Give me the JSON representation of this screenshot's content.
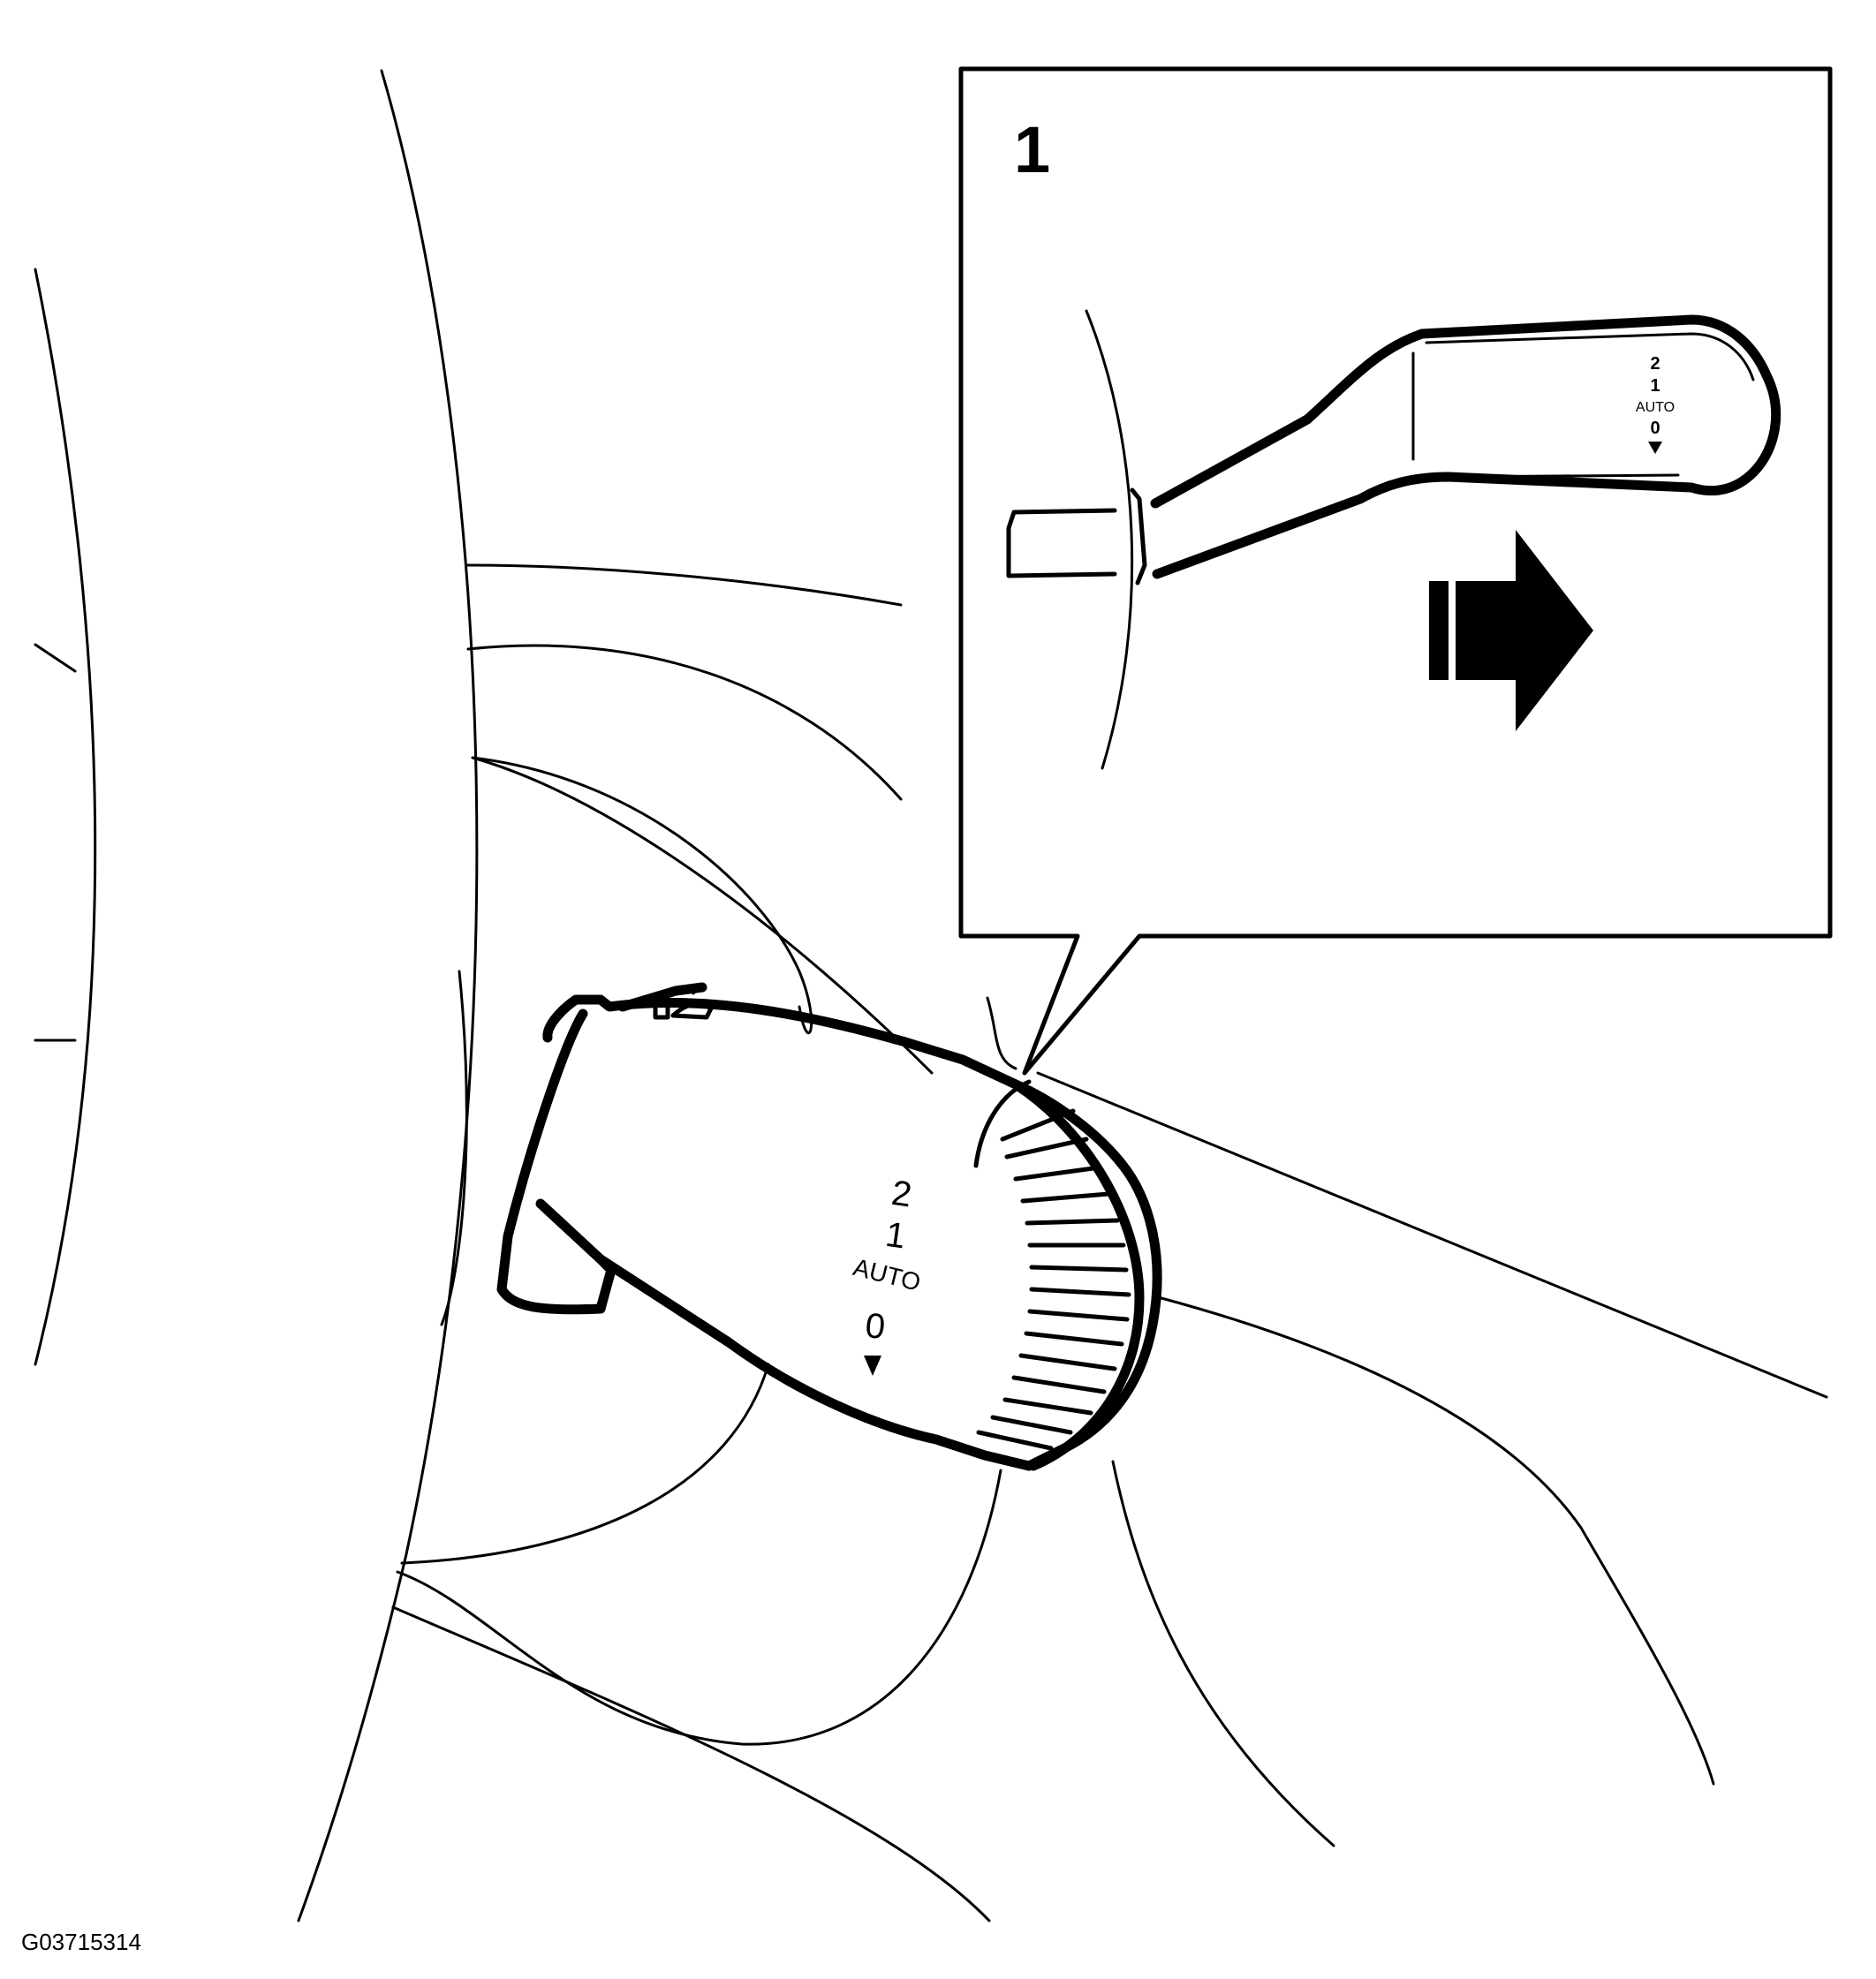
{
  "callout": {
    "number": "1",
    "stalk_positions": [
      "2",
      "1",
      "AUTO",
      "0"
    ]
  },
  "main_stalk": {
    "positions": [
      "2",
      "1",
      "AUTO",
      "0"
    ]
  },
  "figure_id": "G03715314",
  "icons": {
    "wiper_symbol": "windshield-wiper-icon",
    "direction_arrow": "arrow-right-icon",
    "down_marker": "triangle-down-icon"
  }
}
